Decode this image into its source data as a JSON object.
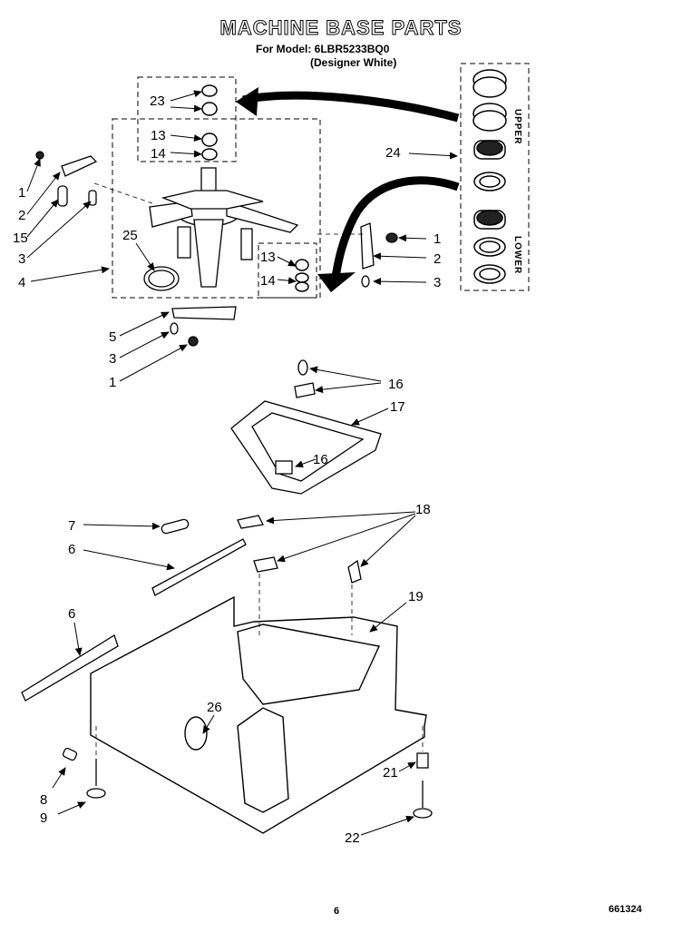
{
  "header": {
    "title": "MACHINE BASE PARTS",
    "model_line": "For Model: 6LBR5233BQ0",
    "color_line": "(Designer White)"
  },
  "kit_labels": {
    "upper": "UPPER",
    "lower": "LOWER"
  },
  "callouts": {
    "c23": "23",
    "c13a": "13",
    "c14a": "14",
    "c24": "24",
    "c1a": "1",
    "c2a": "2",
    "c15": "15",
    "c3a": "3",
    "c4": "4",
    "c25": "25",
    "c13b": "13",
    "c14b": "14",
    "c1b": "1",
    "c2b": "2",
    "c3b": "3",
    "c5": "5",
    "c3c": "3",
    "c1c": "1",
    "c16a": "16",
    "c17": "17",
    "c16b": "16",
    "c18": "18",
    "c7": "7",
    "c6a": "6",
    "c6b": "6",
    "c19": "19",
    "c26": "26",
    "c8": "8",
    "c9": "9",
    "c21": "21",
    "c22": "22"
  },
  "footer": {
    "page": "6",
    "figure_id": "661324"
  }
}
